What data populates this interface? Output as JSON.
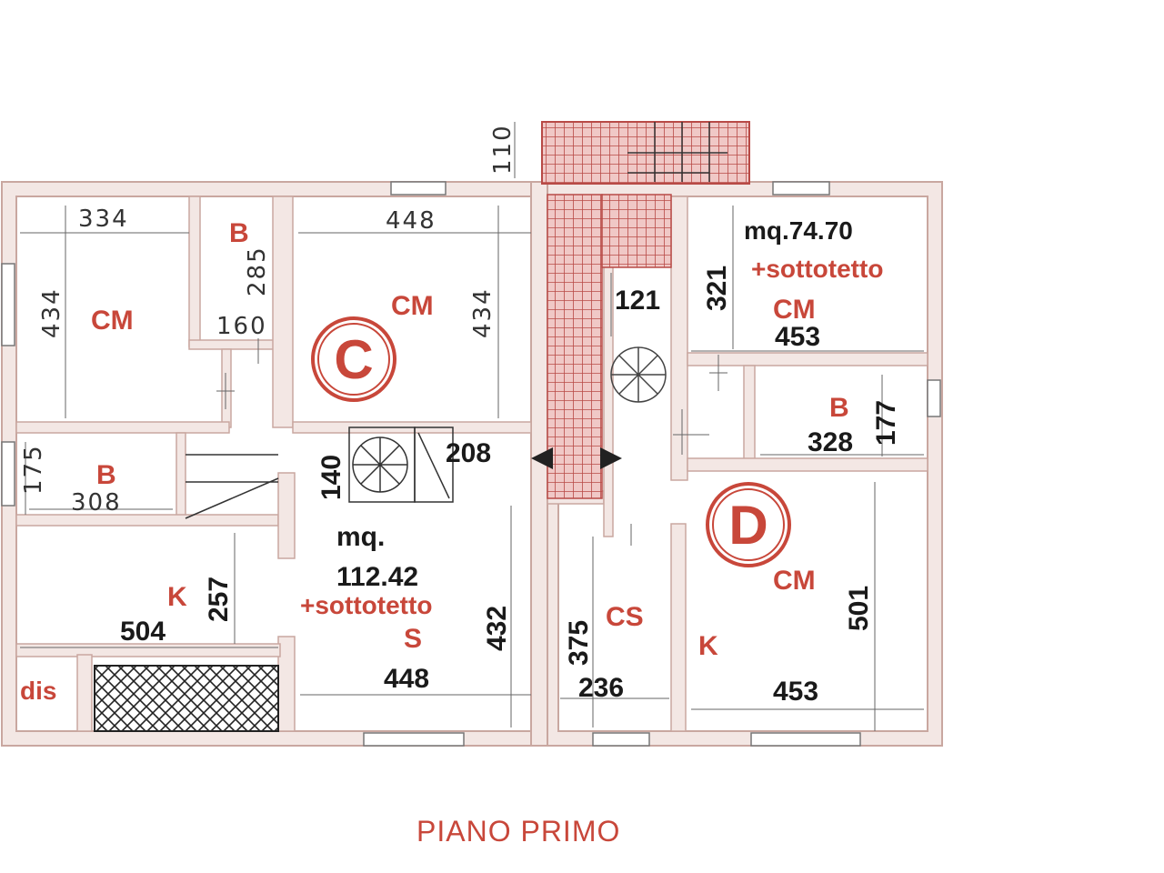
{
  "plan": {
    "title": "PIANO PRIMO",
    "units": [
      {
        "letter": "C",
        "area": "mq.\n112.42",
        "area_line1": "mq.",
        "area_line2": "112.42",
        "extra": "+sottotetto"
      },
      {
        "letter": "D",
        "area": "mq.74.70",
        "extra": "+sottotetto"
      }
    ],
    "rooms": {
      "cm1": "CM",
      "b1": "B",
      "cm2": "CM",
      "b2": "B",
      "k1": "K",
      "s": "S",
      "dis": "dis",
      "cm3": "CM",
      "b3": "B",
      "cm4": "CM",
      "cs": "CS",
      "k2": "K"
    },
    "dims": {
      "d334": "334",
      "d434a": "434",
      "d285": "285",
      "d160": "160",
      "d448a": "448",
      "d434b": "434",
      "d175": "175",
      "d308": "308",
      "d140": "140",
      "d208": "208",
      "d110": "110",
      "d121": "121",
      "d257": "257",
      "d504": "504",
      "d432": "432",
      "d448b": "448",
      "d375": "375",
      "d236": "236",
      "d321": "321",
      "d453a": "453",
      "d177": "177",
      "d328": "328",
      "d501": "501",
      "d453b": "453"
    }
  },
  "colors": {
    "label_red": "#c8473a",
    "wall_fill": "#f3e7e4",
    "wall_stroke": "#c9a7a0",
    "grid_pattern": "#c05a55",
    "line": "#777777"
  }
}
